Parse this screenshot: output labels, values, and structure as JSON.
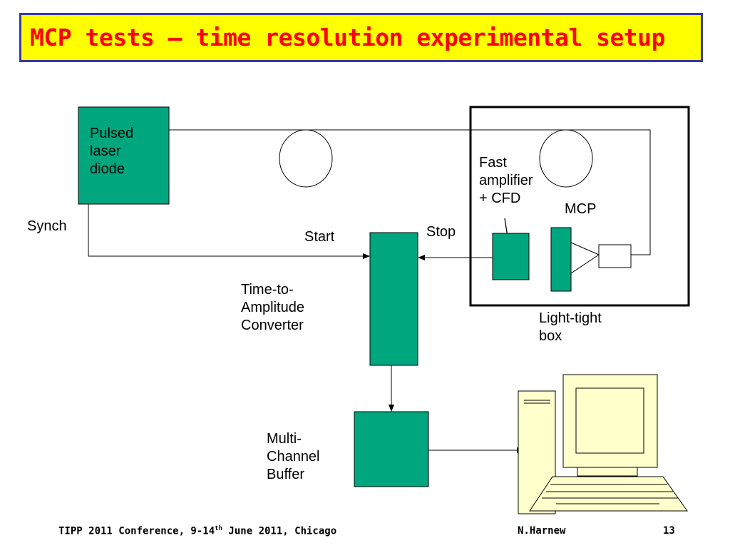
{
  "slide": {
    "title": "MCP tests – time resolution experimental setup",
    "page_number": "13"
  },
  "diagram": {
    "labels": {
      "laser": [
        "Pulsed",
        "laser",
        "diode"
      ],
      "synch": "Synch",
      "start": "Start",
      "stop": "Stop",
      "tac": [
        "Time-to-",
        "Amplitude",
        "Converter"
      ],
      "amp": [
        "Fast",
        "amplifier",
        "+ CFD"
      ],
      "mcp": "MCP",
      "box": [
        "Light-tight",
        "box"
      ],
      "mcb": [
        "Multi-",
        "Channel",
        "Buffer"
      ]
    }
  },
  "footer": {
    "conference_pre": "TIPP 2011 Conference, 9-14",
    "conference_sup": "th",
    "conference_post": " June 2011, Chicago",
    "author": "N.Harnew"
  },
  "colors": {
    "title_bg": "#ffff00",
    "title_text": "#ff0000",
    "title_border": "#3a3aa0",
    "component_fill": "#00a67e",
    "computer_fill": "#ffffcc"
  }
}
